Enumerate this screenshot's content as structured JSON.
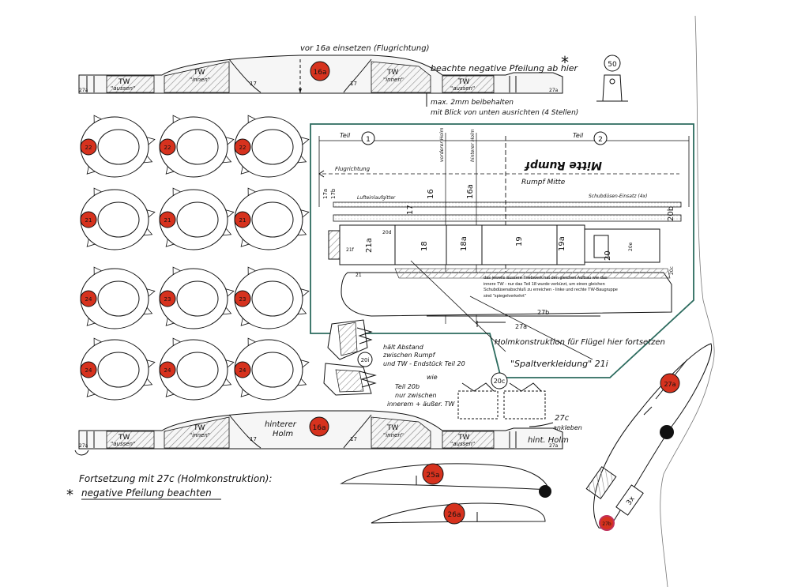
{
  "top_strip": {
    "note_insert": "vor 16a einsetzen (Flugrichtung)",
    "badge": "16a",
    "note_sweep": "beachte negative Pfeilung ab hier",
    "asterisk": "*",
    "tw_outer_left": "TW",
    "tw_outer_left_sub": "\"aussen\"",
    "tw_inner_left": "TW",
    "tw_inner_left_sub": "\"innen\"",
    "tw_inner_right": "TW",
    "tw_inner_right_sub": "\"innen\"",
    "tw_outer_right": "TW",
    "tw_outer_right_sub": "\"aussen\"",
    "part_17_left": "17",
    "part_17_right": "17",
    "part_27a_left": "27a",
    "part_27a_right": "27a",
    "note_gap_1": "max. 2mm beibehalten",
    "note_gap_2": "mit Blick von unten ausrichten (4 Stellen)"
  },
  "part50": {
    "label": "50"
  },
  "wheels": [
    {
      "badge": "22"
    },
    {
      "badge": "22"
    },
    {
      "badge": "22"
    },
    {
      "badge": "21"
    },
    {
      "badge": "21"
    },
    {
      "badge": "21"
    },
    {
      "badge": "24"
    },
    {
      "badge": "23"
    },
    {
      "badge": "23"
    },
    {
      "badge": "24"
    },
    {
      "badge": "24"
    },
    {
      "badge": "24"
    }
  ],
  "panel": {
    "teil_1": "Teil",
    "teil_1_num": "1",
    "teil_2": "Teil",
    "teil_2_num": "2",
    "vorderer_holm": "vorderer Holm",
    "hinterer_holm": "hinterer Holm",
    "flugrichtung": "Flugrichtung",
    "mitte_rumpf": "Mitte Rumpf",
    "rumpf_mitte": "Rumpf Mitte",
    "part_17a": "17a",
    "part_17b": "17b",
    "luftein": "Lufteinlaufgitter",
    "part_17": "17",
    "part_16": "16",
    "part_16a": "16a",
    "schub": "Schubdüsen-Einsatz (4x)",
    "part_20b": "20b",
    "part_21a": "21a",
    "part_18": "18",
    "part_18a": "18a",
    "part_19": "19",
    "part_19a": "19a",
    "part_20": "20",
    "part_20e": "20e",
    "part_21f": "21f",
    "part_20d": "20d",
    "part_21": "21",
    "part_20c": "20c",
    "part_27b": "27b",
    "part_27a": "27a",
    "note_l1": "das jeweils äussere Triebwerk hat den gleichen Aufbau wie das",
    "note_l2": "innere TW - nur das Teil 18 wurde verkürzt, um einen gleichen",
    "note_l3": "Schubdüsenabschluß zu erreichen - linke und rechte TW-Baugruppe",
    "note_l4": "sind \"spiegelverkehrt\"",
    "holm_note": "Holmkonstruktion für Flügel hier fortsetzen",
    "spalt": "\"Spaltverkleidung\" 21i"
  },
  "spacers": {
    "badge": "20i",
    "note_1": "hält Abstand",
    "note_2": "zwischen Rumpf",
    "note_3": "und TW - Endstück Teil 20"
  },
  "part20c": {
    "badge": "20c",
    "wie": "wie",
    "note_1": "Teil 20b",
    "note_2": "nur zwischen",
    "note_3": "innerem + äußer. TW",
    "part_27c": "27c",
    "ankleben": "ankleben"
  },
  "bottom_strip": {
    "badge": "16a",
    "hinterer": "hinterer",
    "holm": "Holm",
    "hint_holm": "hint. Holm",
    "tw_outer_left": "TW",
    "tw_outer_left_sub": "\"aussen\"",
    "tw_inner_left": "TW",
    "tw_inner_left_sub": "\"innen\"",
    "tw_inner_right": "TW",
    "tw_inner_right_sub": "\"innen\"",
    "tw_outer_right": "TW",
    "tw_outer_right_sub": "\"aussen\"",
    "part_17_left": "17",
    "part_17_right": "17",
    "part_27a_left": "27a",
    "part_27a_right": "27a",
    "fortsetzung": "Fortsetzung mit 27c (Holmkonstruktion):",
    "asterisk": "*",
    "negative": "negative Pfeilung beachten"
  },
  "airfoils": {
    "upper_badge": "25a",
    "lower_badge": "26a"
  },
  "wingtip": {
    "upper_badge": "27a",
    "lower_badge": "27b",
    "tag": "3x"
  },
  "colors": {
    "badge_red": "#d6321e",
    "line": "#1a1a1a",
    "hatch": "#9a9a9a",
    "panel_border": "#2c6b5e"
  }
}
